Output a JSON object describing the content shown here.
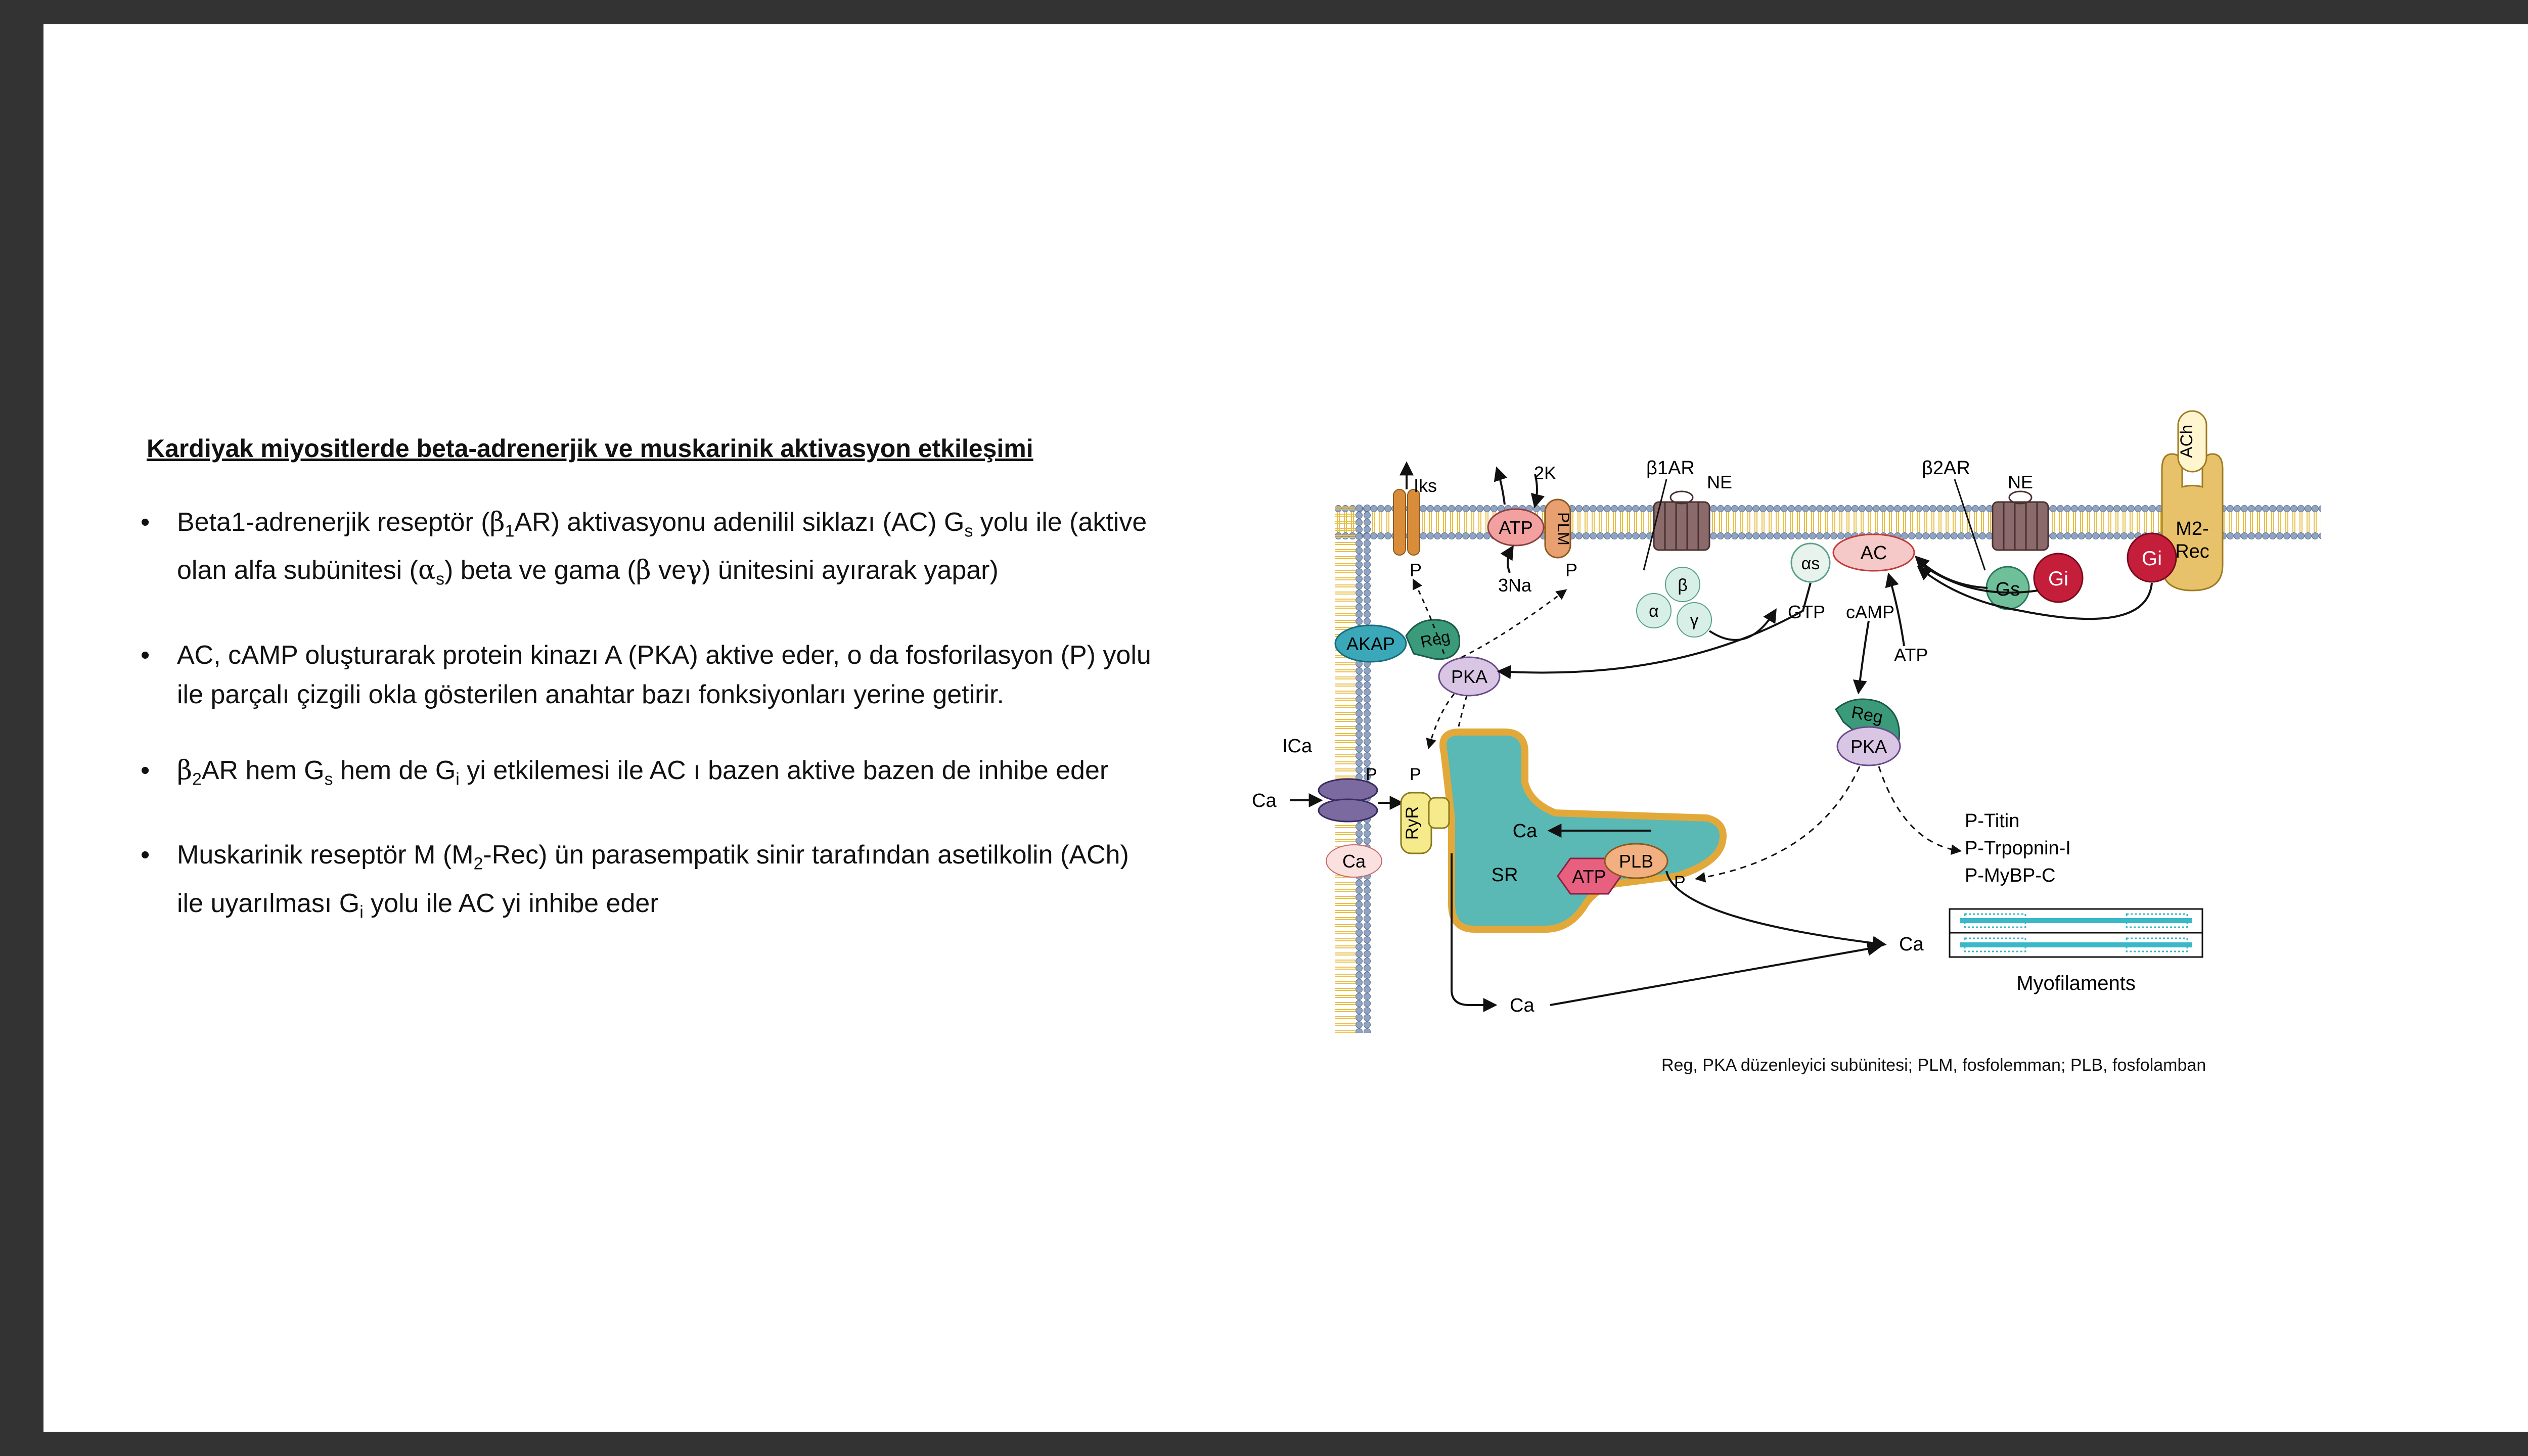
{
  "slide": {
    "title": "Kardiyak miyositlerde beta-adrenerjik ve muskarinik aktivasyon etkileşimi",
    "bullets": [
      {
        "parts": [
          {
            "t": "Beta1-adrenerjik reseptör ("
          },
          {
            "t": "β",
            "s": "greek"
          },
          {
            "t": "1",
            "s": "sub"
          },
          {
            "t": "AR) aktivasyonu adenilil siklazı (AC) G"
          },
          {
            "t": "s",
            "s": "sub"
          },
          {
            "t": " yolu ile (aktive olan alfa subünitesi ("
          },
          {
            "t": "α",
            "s": "greek"
          },
          {
            "t": "s",
            "s": "sub"
          },
          {
            "t": ") beta ve gama ("
          },
          {
            "t": "β",
            "s": "greek"
          },
          {
            "t": " ve"
          },
          {
            "t": "γ",
            "s": "greek"
          },
          {
            "t": ") ünitesini ayırarak yapar)"
          }
        ]
      },
      {
        "parts": [
          {
            "t": "AC, cAMP oluşturarak protein kinazı A (PKA) aktive eder, o da  fosforilasyon (P)  yolu ile parçalı çizgili okla gösterilen anahtar bazı fonksiyonları yerine getirir."
          }
        ]
      },
      {
        "parts": [
          {
            "t": "β",
            "s": "greek"
          },
          {
            "t": "2",
            "s": "sub"
          },
          {
            "t": "AR hem G"
          },
          {
            "t": "s",
            "s": "sub"
          },
          {
            "t": " hem de G"
          },
          {
            "t": "i",
            "s": "sub"
          },
          {
            "t": " yi etkilemesi ile AC ı bazen aktive bazen de inhibe eder"
          }
        ]
      },
      {
        "parts": [
          {
            "t": "Muskarinik reseptör M (M"
          },
          {
            "t": "2",
            "s": "sub"
          },
          {
            "t": "-Rec) ün parasempatik sinir tarafından asetilkolin (ACh)  ile uyarılması G"
          },
          {
            "t": "i",
            "s": "sub"
          },
          {
            "t": " yolu ile AC yi inhibe eder"
          }
        ]
      }
    ],
    "caption": "Reg, PKA düzenleyici subünitesi; PLM, fosfolemman; PLB, fosfolamban"
  },
  "diagram": {
    "labels": {
      "iks": "Iks",
      "k2": "2K",
      "na3": "3Na",
      "atp_pump": "ATP",
      "plm": "PLM",
      "b1ar": "β1AR",
      "ne1": "NE",
      "b2ar": "β2AR",
      "ne2": "NE",
      "ach": "ACh",
      "m2rec_top": "M2-",
      "m2rec_bottom": "Rec",
      "gi1": "Gi",
      "gi2": "Gi",
      "gs": "Gs",
      "ac": "AC",
      "alpha_s": "αs",
      "beta": "β",
      "alpha": "α",
      "gamma": "γ",
      "gtp": "GTP",
      "camp": "cAMP",
      "atp_ac": "ATP",
      "akap": "AKAP",
      "reg1": "Reg",
      "pka1": "PKA",
      "reg2": "Reg",
      "pka2": "PKA",
      "ica": "ICa",
      "ca_in": "Ca",
      "ca_channel": "Ca",
      "ryr": "RyR",
      "sr": "SR",
      "ca_sr": "Ca",
      "atp_serca": "ATP",
      "plb": "PLB",
      "ca_bottom": "Ca",
      "ca_myo": "Ca",
      "p_titin": "P-Titin",
      "p_troponin": "P-Trpopnin-I",
      "p_mybpc": "P-MyBP-C",
      "myofilaments": "Myofilaments",
      "p_iks": "P",
      "p_plm": "P",
      "p_ltcc": "P",
      "p_ryr": "P",
      "p_plb": "P"
    },
    "colors": {
      "membrane_head": "#8fa3c2",
      "membrane_tail": "#e8c04a",
      "sr_fill": "#5ab8b5",
      "sr_border": "#e2a93a",
      "gi": "#c41e3a",
      "gs": "#6fbf9a",
      "ac_fill": "#f6c9c9",
      "akap": "#3aa8b8",
      "reg": "#3a9a7a",
      "pka": "#d8c6e4",
      "receptor": "#8a6a6a",
      "m2rec": "#e8c26a",
      "ltcc": "#7a6aa0",
      "ryr": "#f5eb8c",
      "atp_pump": "#f2a0a0",
      "plm": "#e8a070"
    }
  }
}
